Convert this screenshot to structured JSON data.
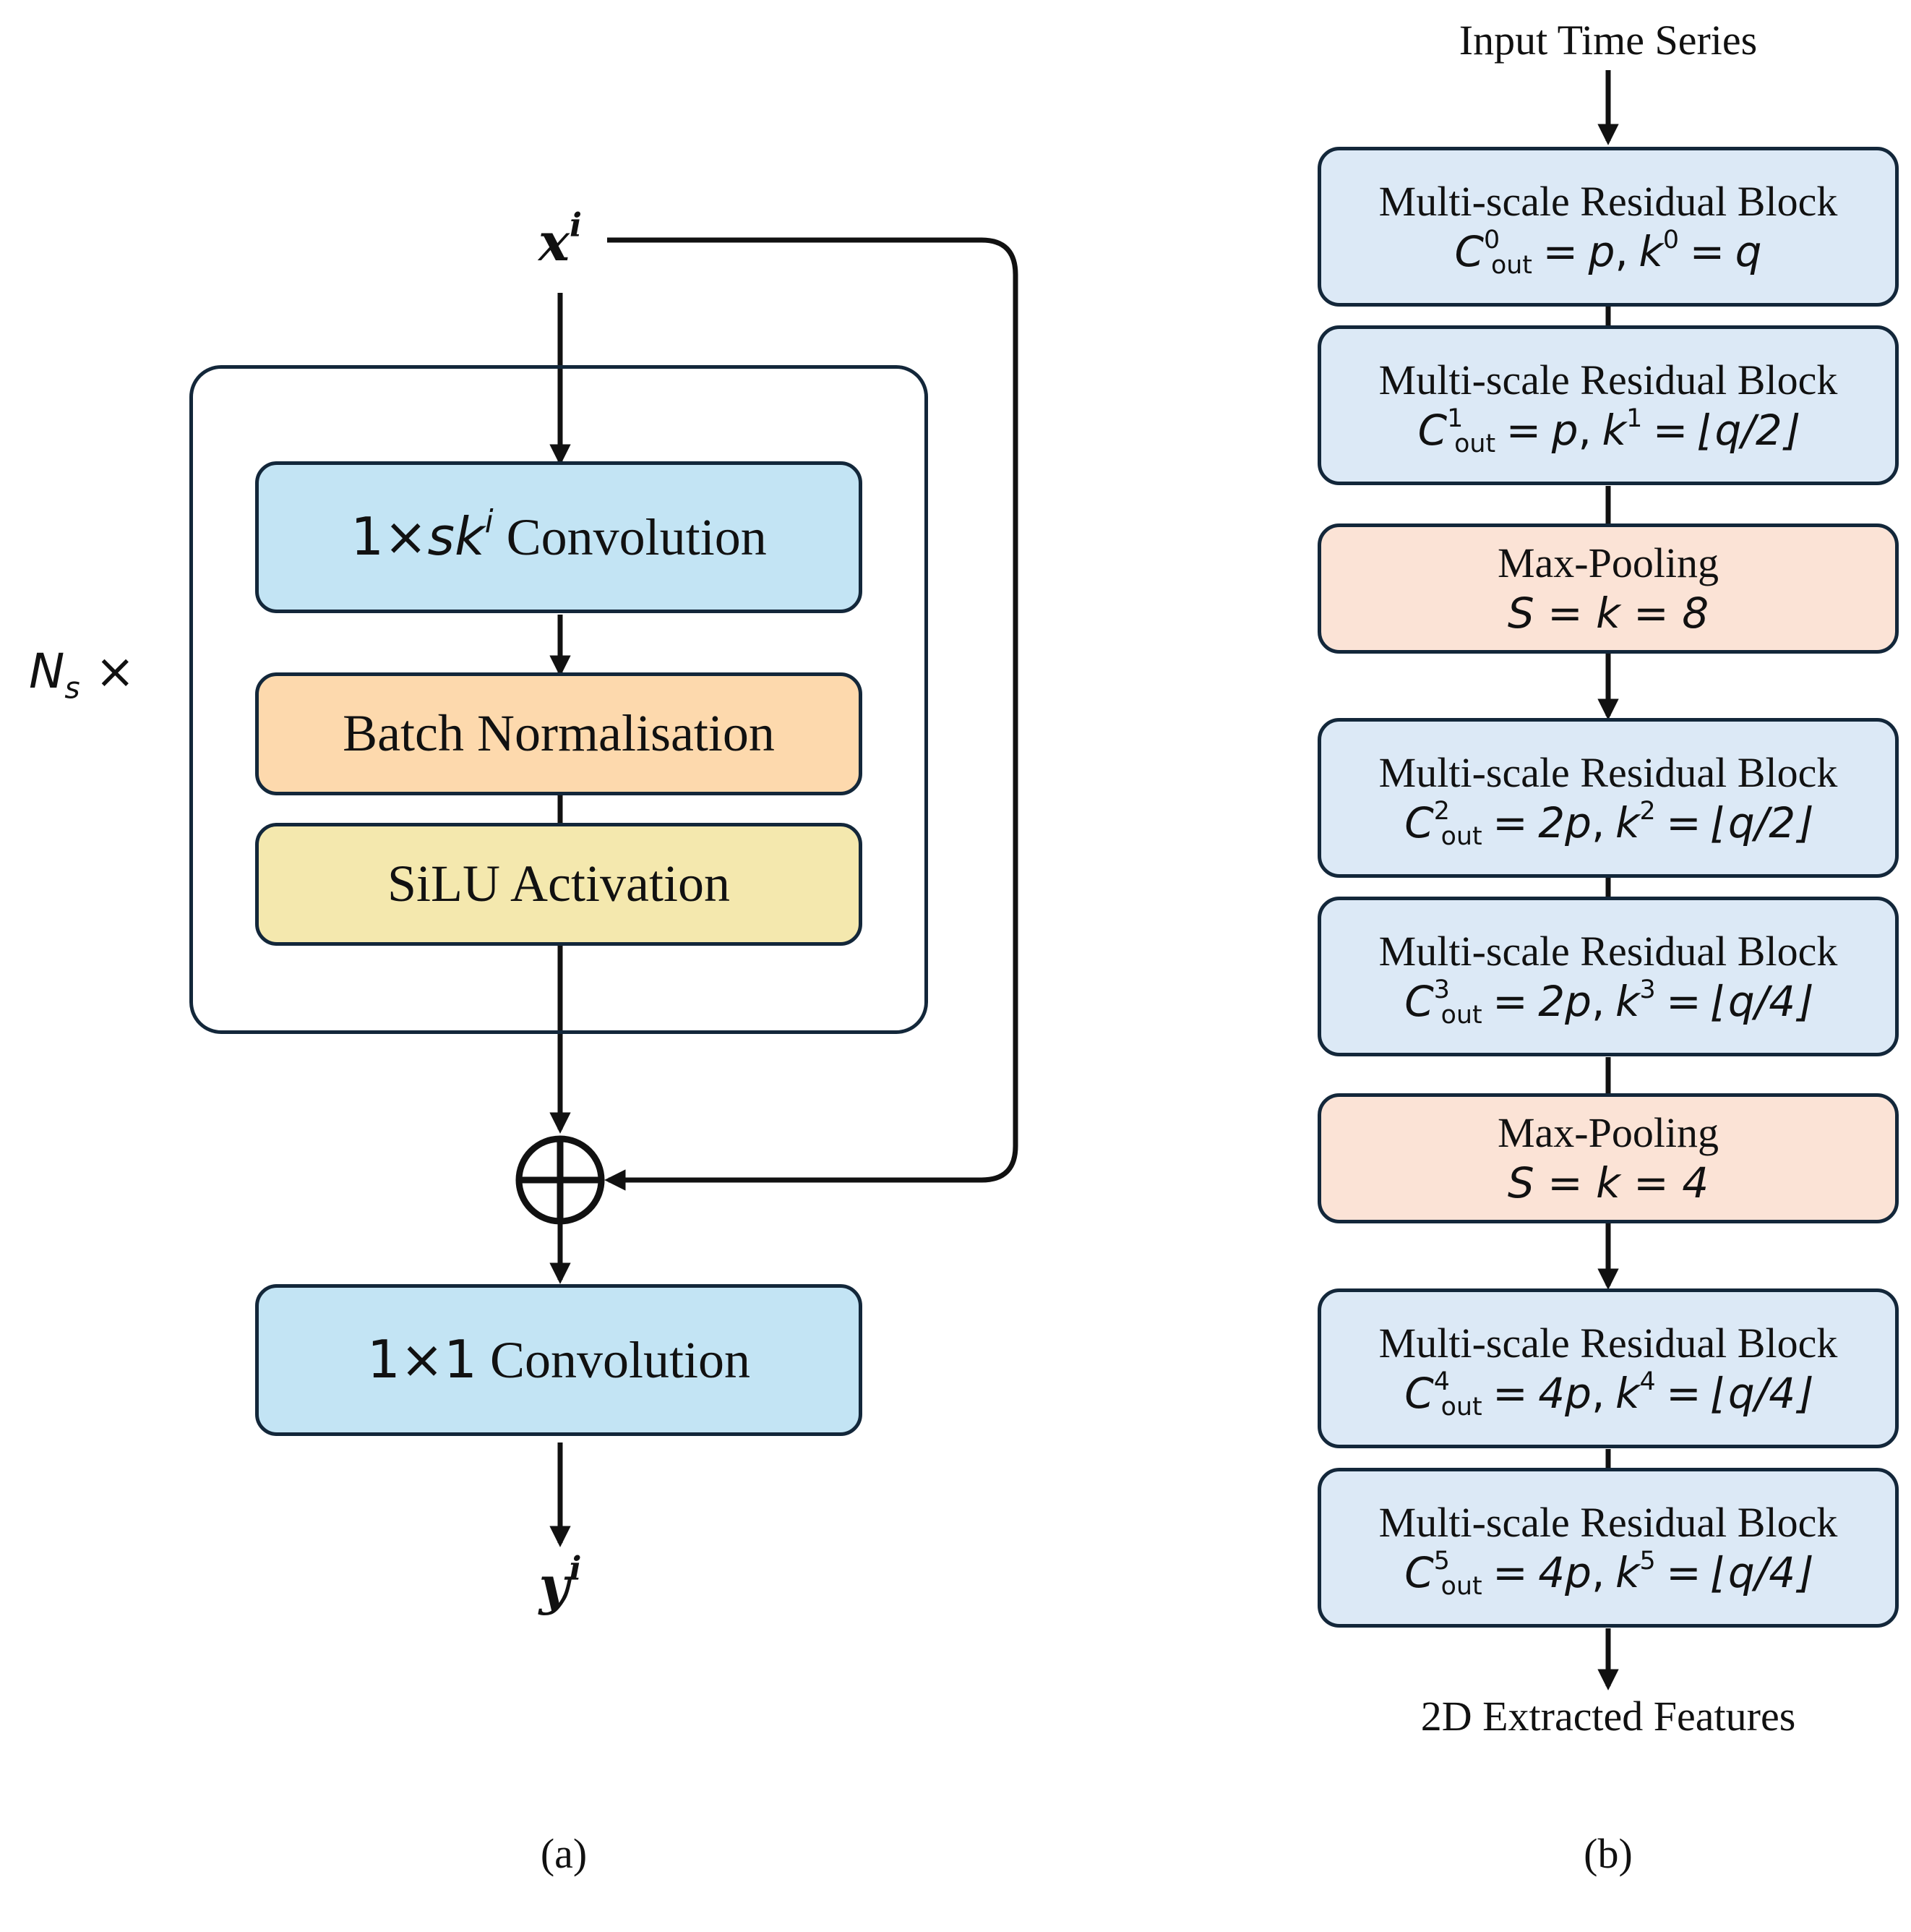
{
  "panel_a": {
    "input_var": "x",
    "output_var": "y",
    "superscript": "i",
    "repeat_label": "N",
    "repeat_sub": "s",
    "repeat_times": "×",
    "conv_block": {
      "prefix": "1×",
      "kernel": "sk",
      "sup": "i",
      "text": "Convolution"
    },
    "bn_block": "Batch Normalisation",
    "silu_block": "SiLU Activation",
    "final_conv": {
      "prefix": "1×1",
      "text": "Convolution"
    },
    "caption": "(a)"
  },
  "panel_b": {
    "top_label": "Input Time Series",
    "bottom_label": "2D Extracted Features",
    "caption": "(b)",
    "blocks": [
      {
        "type": "msrb",
        "title": "Multi-scale Residual Block",
        "C": "C",
        "C_sub": "out",
        "C_sup": "0",
        "C_val": "p",
        "k": "k",
        "k_sup": "0",
        "k_val": "q"
      },
      {
        "type": "msrb",
        "title": "Multi-scale Residual Block",
        "C": "C",
        "C_sub": "out",
        "C_sup": "1",
        "C_val": "p",
        "k": "k",
        "k_sup": "1",
        "k_val": "⌊q/2⌋"
      },
      {
        "type": "pool",
        "title": "Max-Pooling",
        "eq": "S = k = 8"
      },
      {
        "type": "msrb",
        "title": "Multi-scale Residual Block",
        "C": "C",
        "C_sub": "out",
        "C_sup": "2",
        "C_val": "2p",
        "k": "k",
        "k_sup": "2",
        "k_val": "⌊q/2⌋"
      },
      {
        "type": "msrb",
        "title": "Multi-scale Residual Block",
        "C": "C",
        "C_sub": "out",
        "C_sup": "3",
        "C_val": "2p",
        "k": "k",
        "k_sup": "3",
        "k_val": "⌊q/4⌋"
      },
      {
        "type": "pool",
        "title": "Max-Pooling",
        "eq": "S = k = 4"
      },
      {
        "type": "msrb",
        "title": "Multi-scale Residual Block",
        "C": "C",
        "C_sub": "out",
        "C_sup": "4",
        "C_val": "4p",
        "k": "k",
        "k_sup": "4",
        "k_val": "⌊q/4⌋"
      },
      {
        "type": "msrb",
        "title": "Multi-scale Residual Block",
        "C": "C",
        "C_sub": "out",
        "C_sup": "5",
        "C_val": "4p",
        "k": "k",
        "k_sup": "5",
        "k_val": "⌊q/4⌋"
      }
    ]
  },
  "colors": {
    "border": "#13273a",
    "conv": "#c3e4f4",
    "batch_norm": "#fdd9ad",
    "silu": "#f4e8ae",
    "msrb": "#dce9f6",
    "pool": "#fbe3d6"
  }
}
